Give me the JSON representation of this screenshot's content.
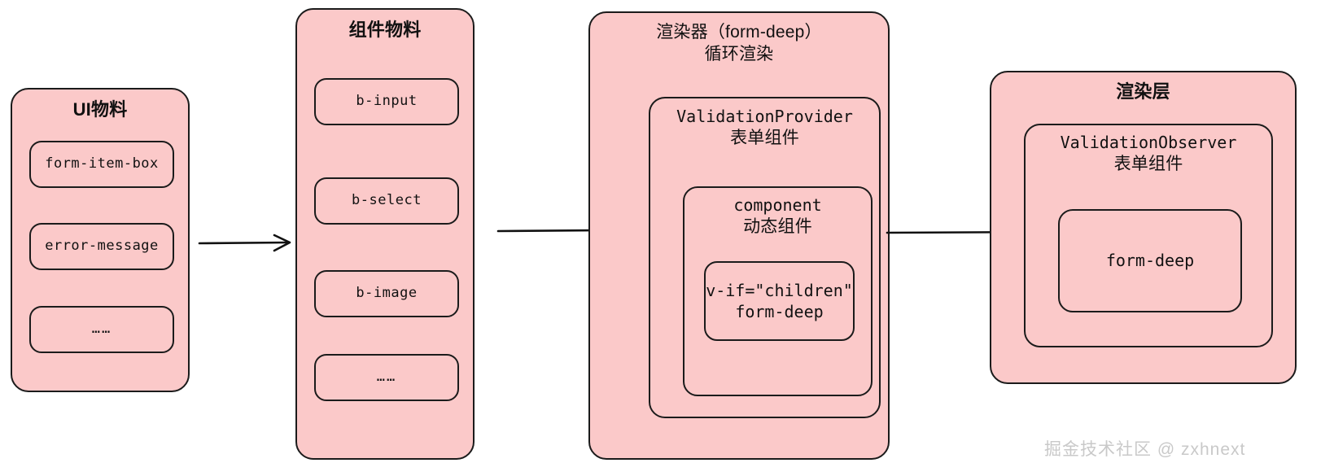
{
  "diagram": {
    "type": "flow-diagram",
    "background_color": "#ffffff",
    "box_fill_color": "#fbc9c9",
    "box_border_color": "#1b1b1b",
    "panels": [
      {
        "id": "ui-materials",
        "title": "UI物料",
        "items": [
          {
            "label": "form-item-box"
          },
          {
            "label": "error-message"
          },
          {
            "label": "……"
          }
        ]
      },
      {
        "id": "component-materials",
        "title": "组件物料",
        "items": [
          {
            "label": "b-input"
          },
          {
            "label": "b-select"
          },
          {
            "label": "b-image"
          },
          {
            "label": "……"
          }
        ]
      },
      {
        "id": "renderer",
        "title_line1": "渲染器（form-deep）",
        "title_line2": "循环渲染",
        "inner": {
          "id": "validation-provider",
          "title_line1": "ValidationProvider",
          "title_line2": "表单组件",
          "inner": {
            "id": "component",
            "title_line1": "component",
            "title_line2": "动态组件",
            "inner": {
              "id": "v-if-children",
              "title_line1": "v-if=\"children\"",
              "title_line2": "form-deep"
            }
          }
        }
      },
      {
        "id": "render-layer",
        "title": "渲染层",
        "inner": {
          "id": "validation-observer",
          "title_line1": "ValidationObserver",
          "title_line2": "表单组件",
          "inner": {
            "id": "form-deep",
            "title": "form-deep"
          }
        }
      }
    ],
    "arrows": [
      {
        "id": "arrow-ui-to-component",
        "from": "ui-materials",
        "to": "component-materials"
      },
      {
        "id": "arrow-component-to-renderer",
        "from": "component-materials",
        "to": "renderer"
      },
      {
        "id": "arrow-renderer-to-render-layer",
        "from": "renderer",
        "to": "render-layer"
      }
    ]
  },
  "watermark": {
    "text": "掘金技术社区 @ zxhnext"
  }
}
